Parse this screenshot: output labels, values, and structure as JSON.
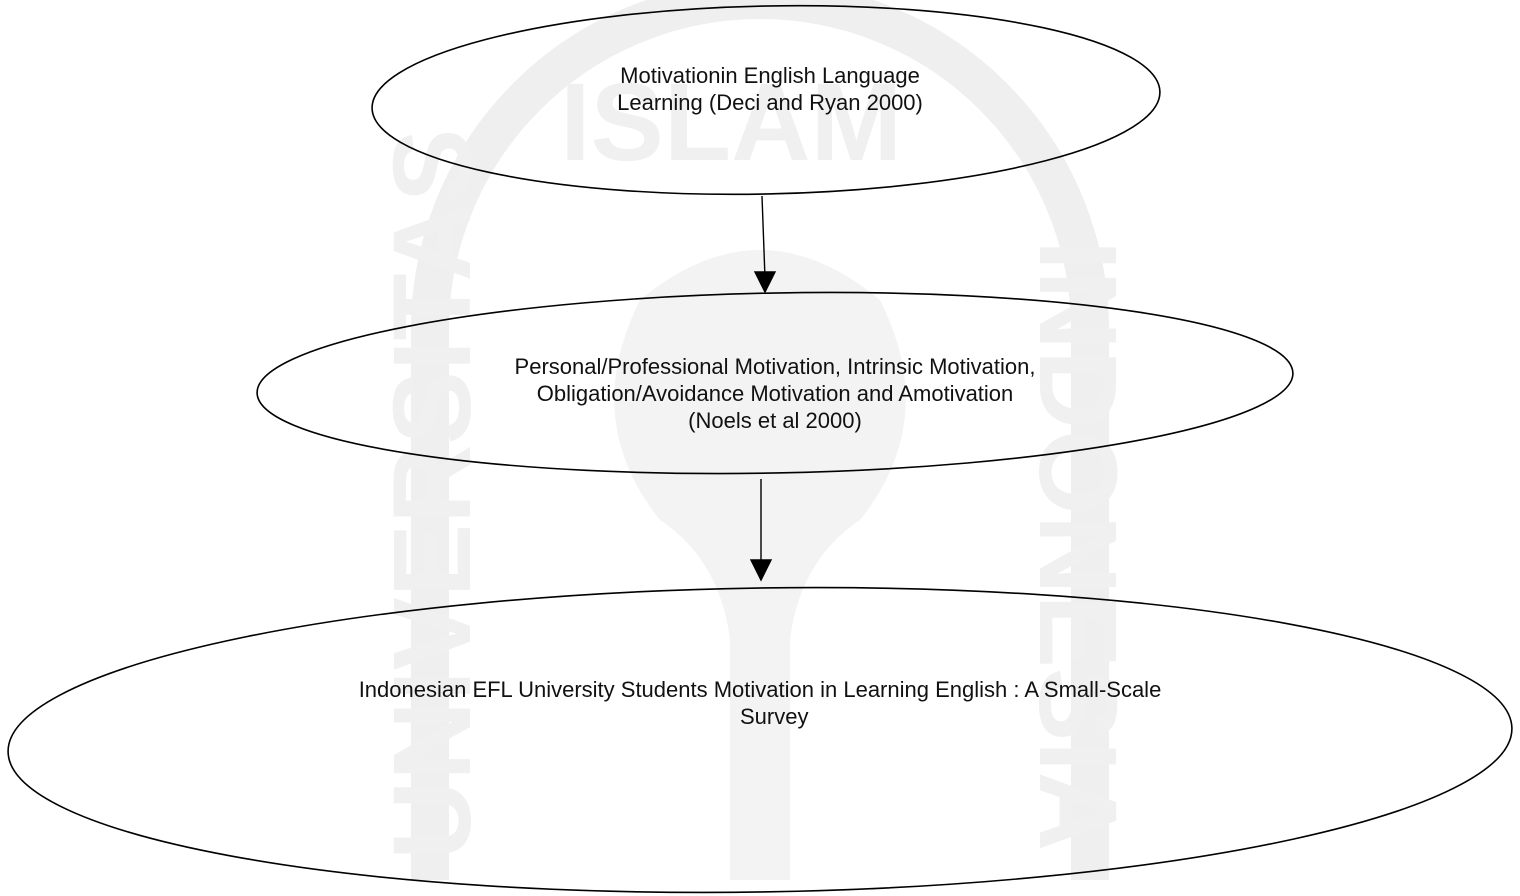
{
  "watermark": {
    "ring_text": [
      "ISLAM",
      "UNIVERSITAS",
      "INDONESIA"
    ],
    "color": "#f2f2f2"
  },
  "nodes": [
    {
      "id": "node1",
      "lines": [
        "Motivationin English Language",
        "Learning (Deci and Ryan 2000)"
      ]
    },
    {
      "id": "node2",
      "lines": [
        "Personal/Professional Motivation, Intrinsic Motivation,",
        "Obligation/Avoidance Motivation and Amotivation",
        "(Noels et al 2000)"
      ]
    },
    {
      "id": "node3",
      "lines": [
        "Indonesian EFL University Students Motivation in Learning English : A Small-Scale",
        "Survey"
      ]
    }
  ],
  "edges": [
    {
      "from": "node1",
      "to": "node2"
    },
    {
      "from": "node2",
      "to": "node3"
    }
  ],
  "colors": {
    "stroke": "#000000",
    "text": "#111111"
  }
}
